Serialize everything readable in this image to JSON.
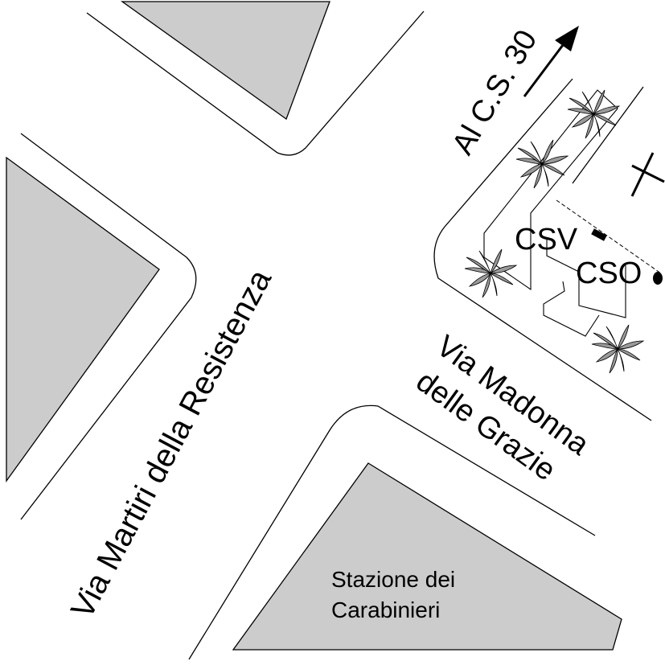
{
  "map": {
    "background": "#ffffff",
    "block_fill": "#cccccc",
    "line_color": "#000000",
    "streets": {
      "martiri": "Via Martiri della Resistenza",
      "madonna_line1": "Via Madonna",
      "madonna_line2": "delle Grazie"
    },
    "direction": {
      "label": "Al C.S. 30",
      "icon": "arrow-up-right-icon"
    },
    "markers": {
      "csv": "CSV",
      "cso": "CSO",
      "cross_icon": "cross-icon"
    },
    "building": {
      "line1": "Stazione dei",
      "line2": "Carabinieri"
    },
    "plants": [
      "palm-plant-icon",
      "palm-plant-icon",
      "palm-plant-icon",
      "palm-plant-icon"
    ]
  }
}
